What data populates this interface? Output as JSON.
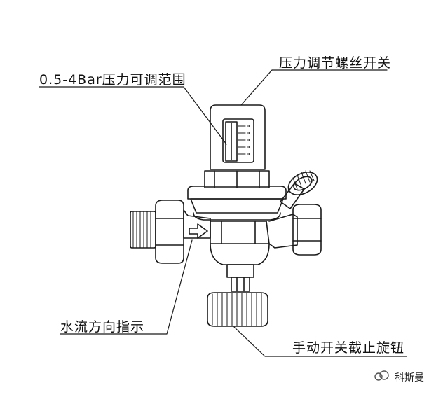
{
  "labels": {
    "pressure_range": "0.5-4Bar压力可调范围",
    "pressure_screw": "压力调节螺丝开关",
    "flow_direction": "水流方向指示",
    "manual_knob": "手动开关截止旋钮"
  },
  "watermark": {
    "text": "科斯曼",
    "icon": "wechat-channel-icon"
  },
  "colors": {
    "line": "#1a1a1a",
    "background": "#ffffff"
  }
}
